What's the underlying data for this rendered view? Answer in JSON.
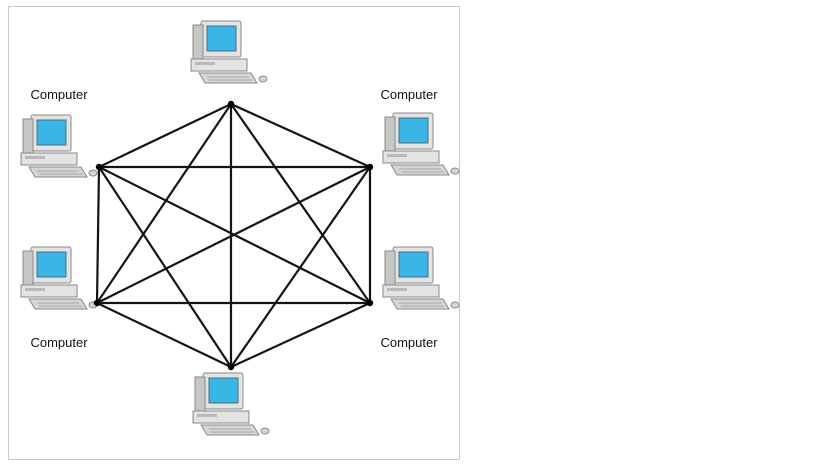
{
  "diagram": {
    "topology": "full mesh",
    "colors": {
      "link": "#141414",
      "node": "#000000",
      "screen": "#3ab6e6",
      "case": "#e3e3e3",
      "case_shade": "#b9b9b9",
      "frame_border": "#c8c8c8"
    },
    "nodes": [
      {
        "id": "top",
        "icon": "computer-icon",
        "label": ""
      },
      {
        "id": "upper-right",
        "icon": "computer-icon",
        "label": "Computer"
      },
      {
        "id": "lower-right",
        "icon": "computer-icon",
        "label": "Computer"
      },
      {
        "id": "bottom",
        "icon": "computer-icon",
        "label": ""
      },
      {
        "id": "lower-left",
        "icon": "computer-icon",
        "label": "Computer"
      },
      {
        "id": "upper-left",
        "icon": "computer-icon",
        "label": "Computer"
      }
    ]
  }
}
